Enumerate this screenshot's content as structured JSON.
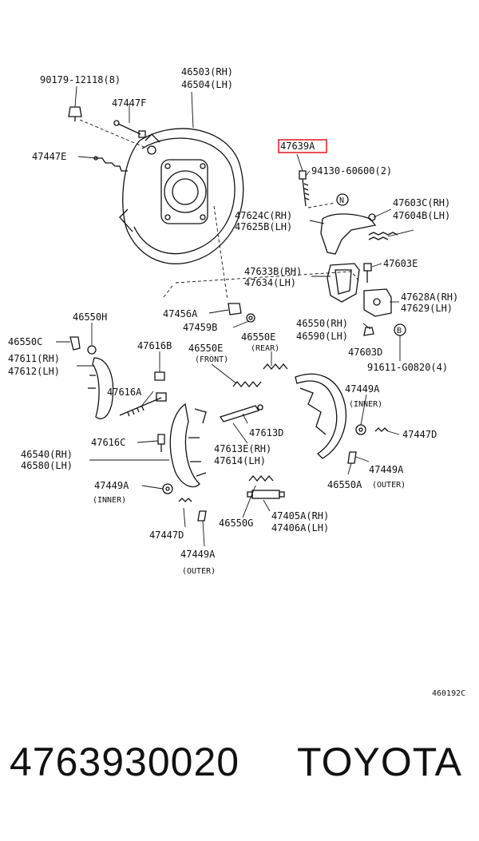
{
  "callouts": [
    {
      "id": "c1",
      "text": "90179-12118(8)"
    },
    {
      "id": "c2",
      "text": "46503(RH)"
    },
    {
      "id": "c3",
      "text": "46504(LH)"
    },
    {
      "id": "c4",
      "text": "47447F"
    },
    {
      "id": "c5",
      "text": "47447E"
    },
    {
      "id": "c6",
      "text": "47639A"
    },
    {
      "id": "c7",
      "text": "94130-60600(2)"
    },
    {
      "id": "c8",
      "text": "47603C(RH)"
    },
    {
      "id": "c9",
      "text": "47604B(LH)"
    },
    {
      "id": "c10",
      "text": "47624C(RH)"
    },
    {
      "id": "c11",
      "text": "47625B(LH)"
    },
    {
      "id": "c12",
      "text": "47633B(RH)"
    },
    {
      "id": "c13",
      "text": "47634(LH)"
    },
    {
      "id": "c14",
      "text": "47603E"
    },
    {
      "id": "c15",
      "text": "47628A(RH)"
    },
    {
      "id": "c16",
      "text": "47629(LH)"
    },
    {
      "id": "c17",
      "text": "46550H"
    },
    {
      "id": "c18",
      "text": "47456A"
    },
    {
      "id": "c19",
      "text": "47459B"
    },
    {
      "id": "c20",
      "text": "46550E"
    },
    {
      "id": "c21",
      "text": "(REAR)"
    },
    {
      "id": "c22",
      "text": "46550(RH)"
    },
    {
      "id": "c23",
      "text": "46590(LH)"
    },
    {
      "id": "c24",
      "text": "46550C"
    },
    {
      "id": "c25",
      "text": "47616B"
    },
    {
      "id": "c26",
      "text": "46550E"
    },
    {
      "id": "c27",
      "text": "(FRONT)"
    },
    {
      "id": "c28",
      "text": "47603D"
    },
    {
      "id": "c29",
      "text": "91611-G0820(4)"
    },
    {
      "id": "c30",
      "text": "47611(RH)"
    },
    {
      "id": "c31",
      "text": "47612(LH)"
    },
    {
      "id": "c32",
      "text": "47616A"
    },
    {
      "id": "c33",
      "text": "47449A"
    },
    {
      "id": "c34",
      "text": "(INNER)"
    },
    {
      "id": "c35",
      "text": "47613D"
    },
    {
      "id": "c36",
      "text": "47447D"
    },
    {
      "id": "c37",
      "text": "47616C"
    },
    {
      "id": "c38",
      "text": "47613E(RH)"
    },
    {
      "id": "c39",
      "text": "47614(LH)"
    },
    {
      "id": "c40",
      "text": "46540(RH)"
    },
    {
      "id": "c41",
      "text": "46580(LH)"
    },
    {
      "id": "c42",
      "text": "47449A"
    },
    {
      "id": "c43",
      "text": "46550A"
    },
    {
      "id": "c44",
      "text": "(OUTER)"
    },
    {
      "id": "c45",
      "text": "47449A"
    },
    {
      "id": "c46",
      "text": "(INNER)"
    },
    {
      "id": "c47",
      "text": "47405A(RH)"
    },
    {
      "id": "c48",
      "text": "46550G"
    },
    {
      "id": "c49",
      "text": "47406A(LH)"
    },
    {
      "id": "c50",
      "text": "47447D"
    },
    {
      "id": "c51",
      "text": "47449A"
    },
    {
      "id": "c52",
      "text": "(OUTER)"
    },
    {
      "id": "c53",
      "text": "460192C"
    }
  ],
  "markers": {
    "n": "N",
    "b": "B"
  },
  "highlight_color": "#e0262b",
  "footer": {
    "part_number": "4763930020",
    "brand": "TOYOTA"
  }
}
